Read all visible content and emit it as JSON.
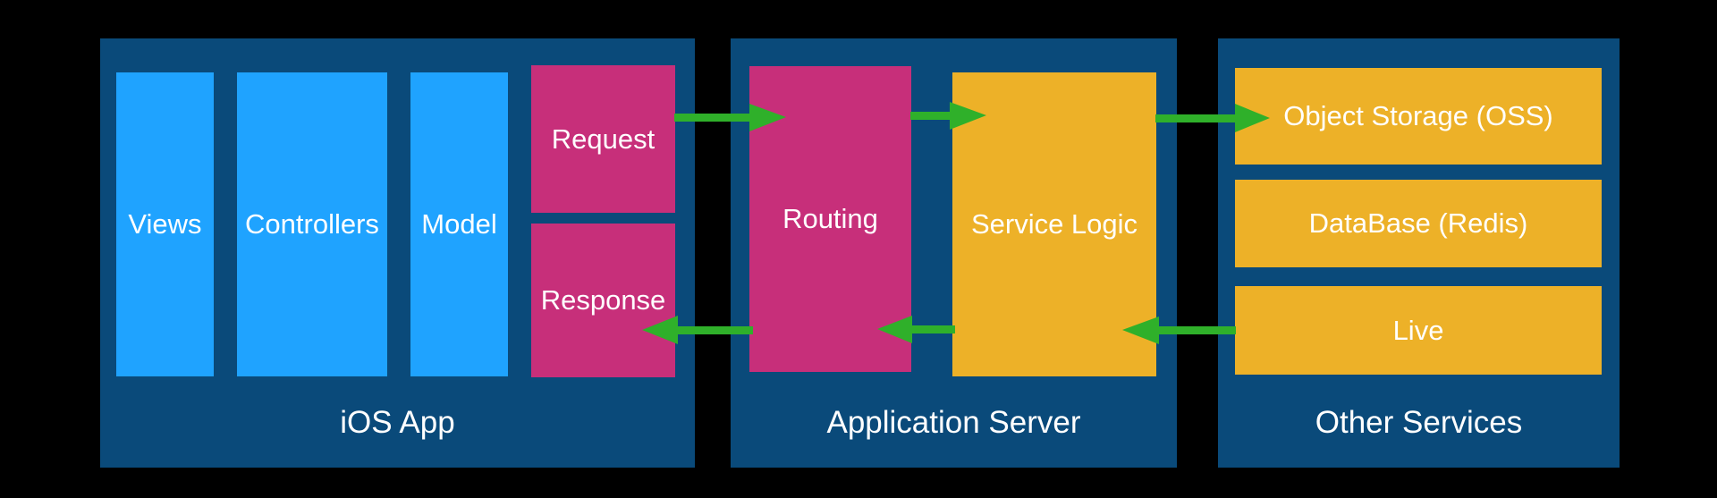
{
  "panels": {
    "ios": {
      "title": "iOS App"
    },
    "server": {
      "title": "Application Server"
    },
    "other": {
      "title": "Other Services"
    }
  },
  "ios_app": {
    "views": "Views",
    "controllers": "Controllers",
    "model": "Model",
    "request": "Request",
    "response": "Response"
  },
  "application_server": {
    "routing": "Routing",
    "service_logic": "Service Logic"
  },
  "other_services": {
    "object_storage": "Object Storage (OSS)",
    "database": "DataBase (Redis)",
    "live": "Live"
  },
  "colors": {
    "background": "#000000",
    "panel": "#0a4a7a",
    "client_box": "#1fa3ff",
    "message_box": "#c72f7a",
    "service_box": "#edb128",
    "arrow": "#2fb02a"
  }
}
